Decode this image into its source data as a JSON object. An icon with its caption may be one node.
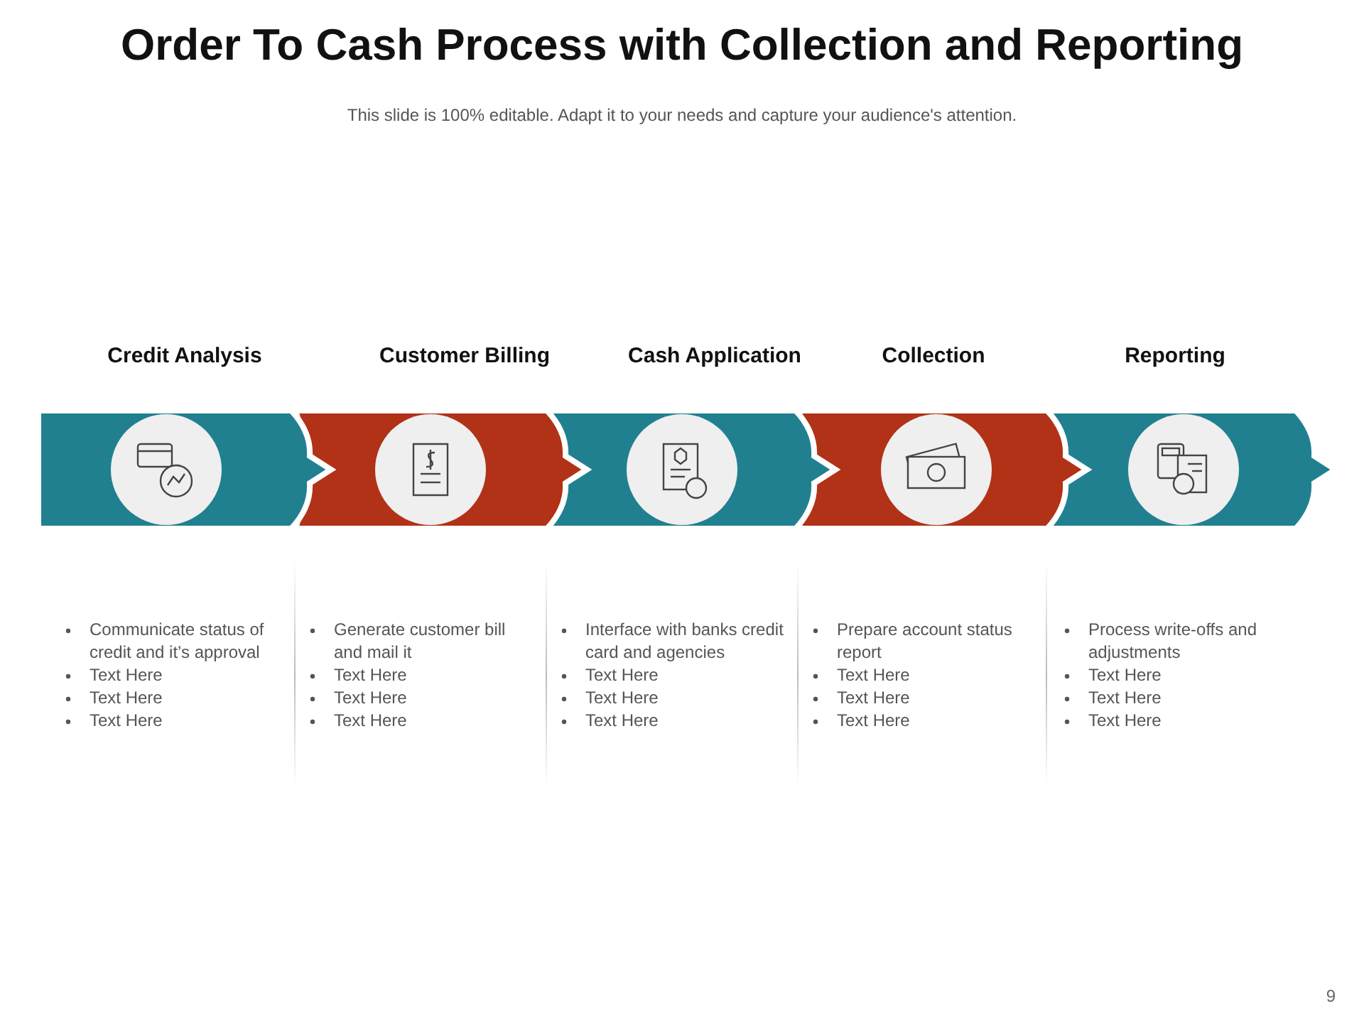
{
  "diagram": {
    "title": "Order To Cash Process with Collection and Reporting",
    "nodes": [
      {
        "text": [
          "Credit Analysis"
        ],
        "beside": [
          "Communicate status of credit and it’s approval",
          "Text Here",
          "Text Here",
          "Text Here"
        ]
      },
      {
        "text": [
          "Customer Billing"
        ],
        "beside": [
          "Generate customer bill and mail it",
          "Text Here",
          "Text Here",
          "Text Here"
        ]
      },
      {
        "text": [
          "Cash Application"
        ],
        "beside": [
          "Interface with banks credit card and agencies",
          "Text Here",
          "Text Here",
          "Text Here"
        ]
      },
      {
        "text": [
          "Collection"
        ],
        "beside": [
          "Prepare account status report",
          "Text Here",
          "Text Here",
          "Text Here"
        ]
      },
      {
        "text": [
          "Reporting"
        ],
        "beside": [
          "Process write-offs and adjustments",
          "Text Here",
          "Text Here",
          "Text Here"
        ]
      }
    ],
    "labels": [
      "This slide is 100% editable. Adapt it to your needs and capture your audience's attention.",
      "9"
    ]
  }
}
